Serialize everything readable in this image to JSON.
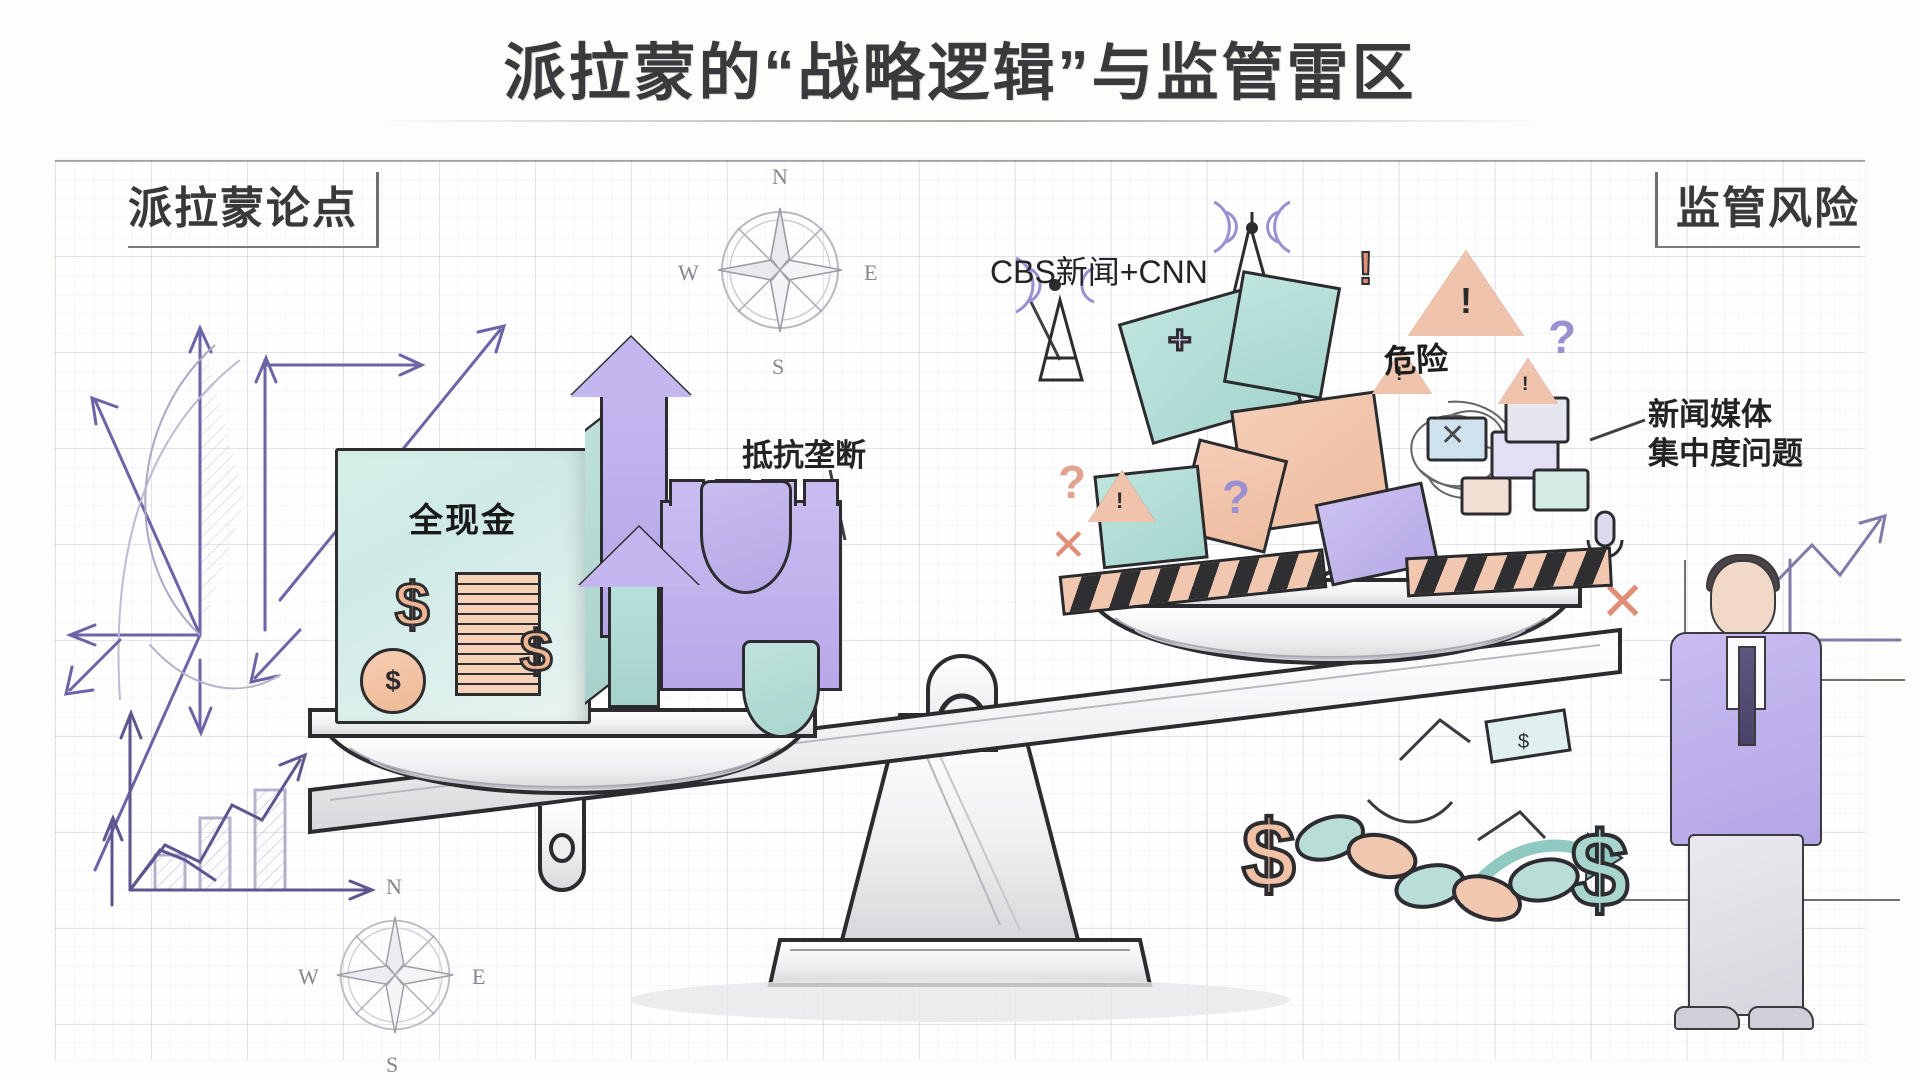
{
  "page": {
    "title": "派拉蒙的“战略逻辑”与监管雷区",
    "background": "#fdfdfc",
    "paper_grid_color": "#7882a0"
  },
  "sections": {
    "left_header": "派拉蒙论点",
    "right_header": "监管风险"
  },
  "labels": {
    "cash_box": "全现金",
    "anti_monopoly": "抵抗垄断",
    "cbs_cnn": "CBS新闻+CNN",
    "danger": "危险",
    "news_concentration": "新闻媒体\n集中度问题"
  },
  "compass": {
    "north": "N",
    "east": "E",
    "south": "S",
    "west": "W"
  },
  "symbols": {
    "dollar": "$",
    "plus": "+",
    "cross": "✕",
    "question": "?",
    "exclamation": "!",
    "warning": "!"
  },
  "colors": {
    "ink": "#2c2c30",
    "teal": "#bfe4de",
    "peach": "#f2c7b0",
    "lilac": "#c4b6ef",
    "pencil_purple": "#6b64a6",
    "warning_red": "#d98673",
    "title": "#3a3a3c"
  },
  "chart_data": {
    "type": "bar",
    "title": "派拉蒙的“战略逻辑”与监管雷区",
    "categories": [
      "派拉蒙论点",
      "监管风险"
    ],
    "series": [
      {
        "name": "派拉蒙论点",
        "items": [
          "全现金",
          "抵抗垄断"
        ],
        "weight_position": "down",
        "values": [
          1
        ]
      },
      {
        "name": "监管风险",
        "items": [
          "CBS新闻+CNN",
          "危险",
          "新闻媒体集中度问题"
        ],
        "weight_position": "up",
        "values": [
          1
        ]
      }
    ],
    "xlabel": "",
    "ylabel": "",
    "legend": [
      "派拉蒙论点",
      "监管风险"
    ],
    "grid": true,
    "annotations": [
      "全现金",
      "抵抗垄断",
      "CBS新闻+CNN",
      "危险",
      "新闻媒体集中度问题"
    ]
  }
}
